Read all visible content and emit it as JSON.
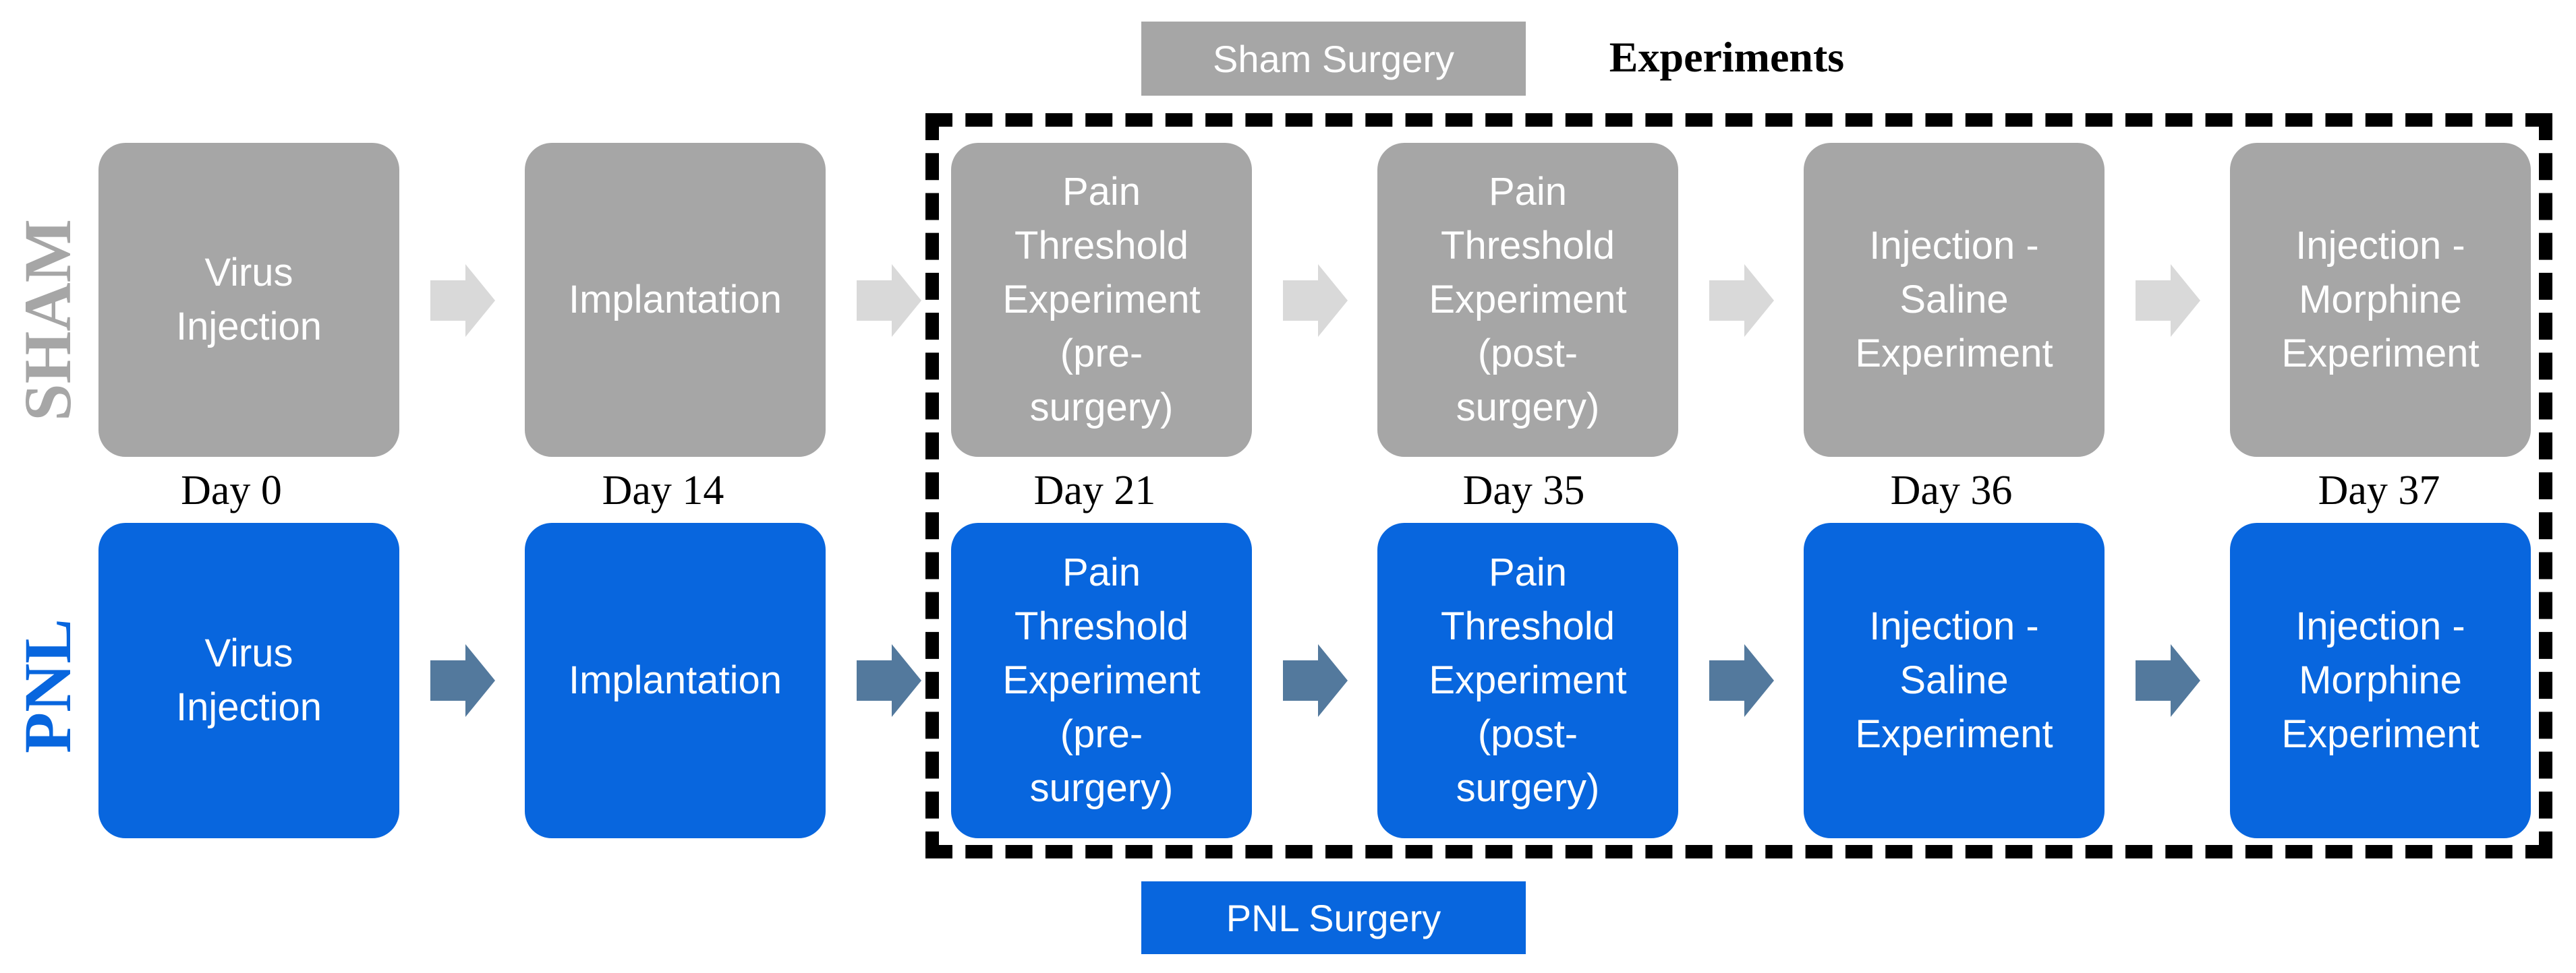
{
  "legend": {
    "sham_label": "Sham Surgery",
    "pnl_label": "PNL Surgery",
    "experiments_label": "Experiments"
  },
  "rows": {
    "sham": {
      "label": "SHAM",
      "color": "#a6a6a6",
      "arrow_color": "#d9d9d9"
    },
    "pnl": {
      "label": "PNL",
      "color": "#0866de",
      "arrow_color": "#53799d"
    }
  },
  "steps": [
    {
      "text": "Virus\nInjection",
      "day": "Day 0"
    },
    {
      "text": "Implantation",
      "day": "Day 14"
    },
    {
      "text": "Pain\nThreshold\nExperiment\n(pre-\nsurgery)",
      "day": "Day 21"
    },
    {
      "text": "Pain\nThreshold\nExperiment\n(post-\nsurgery)",
      "day": "Day 35"
    },
    {
      "text": "Injection -\nSaline\nExperiment",
      "day": "Day 36"
    },
    {
      "text": "Injection -\nMorphine\nExperiment",
      "day": "Day 37"
    }
  ]
}
